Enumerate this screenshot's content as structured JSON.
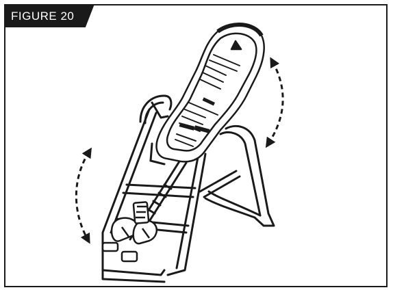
{
  "figure": {
    "label": "FIGURE 20"
  },
  "illustration": {
    "subject": "inversion-table",
    "arrows": [
      "double-arrow-left",
      "double-arrow-right"
    ],
    "colors": {
      "line": "#1a1a1a",
      "background": "#ffffff"
    }
  }
}
